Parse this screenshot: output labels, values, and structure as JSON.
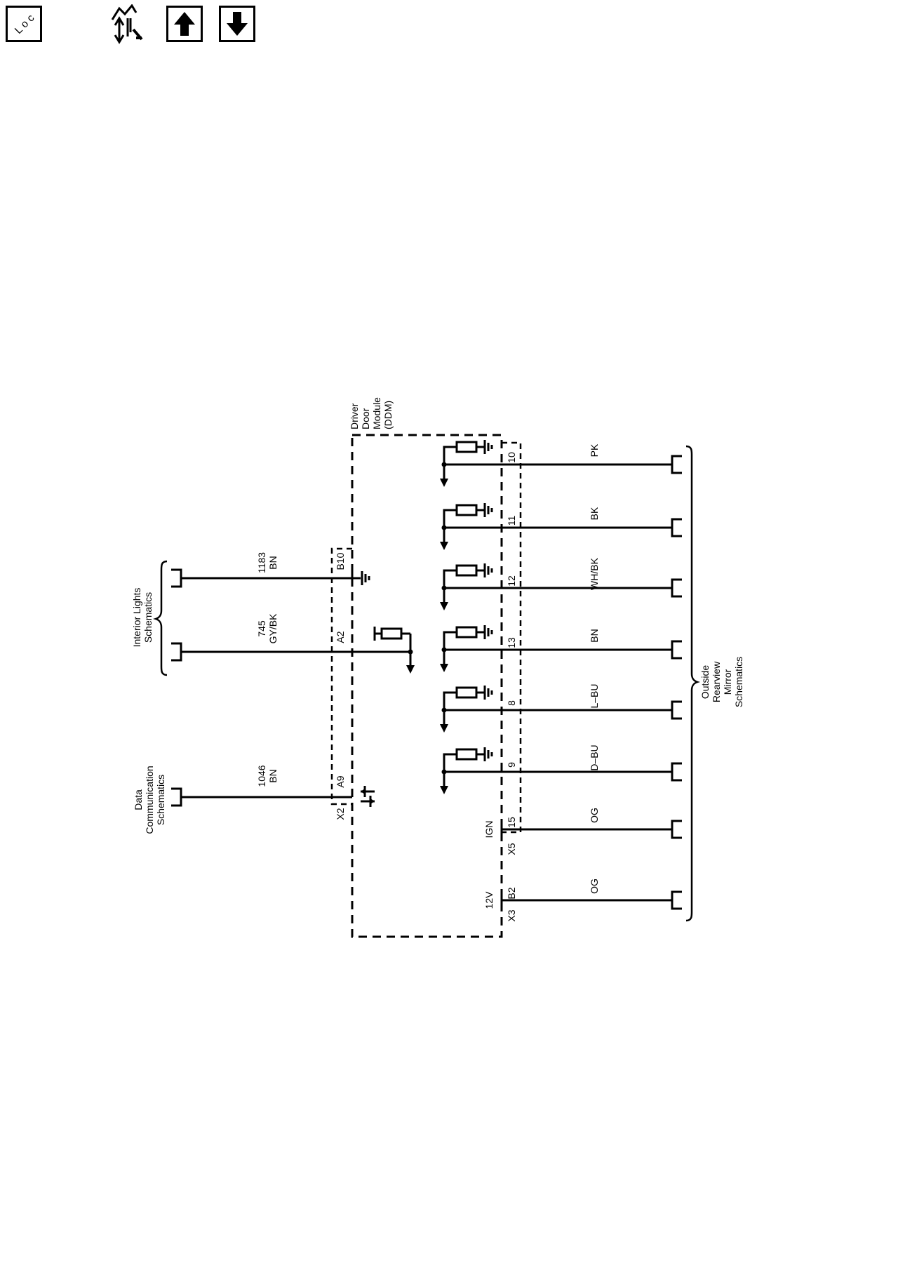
{
  "toolbar": {
    "buttons": [
      {
        "name": "location-button",
        "icon": "location-icon",
        "label": "L o c"
      },
      {
        "name": "component-view-button",
        "icon": "component-icon",
        "label": ""
      },
      {
        "name": "page-up-button",
        "icon": "arrow-up-icon",
        "label": ""
      },
      {
        "name": "page-down-button",
        "icon": "arrow-down-icon",
        "label": ""
      }
    ]
  },
  "diagram": {
    "module": {
      "lines": [
        "Driver",
        "Door",
        "Module",
        "(DDM)"
      ]
    },
    "left_refs": {
      "data_comm": {
        "lines": [
          "Data",
          "Communication",
          "Schematics"
        ]
      },
      "interior": {
        "lines": [
          "Interior Lights",
          "Schematics"
        ]
      }
    },
    "right_ref": {
      "lines": [
        "Outside",
        "Rearview",
        "Mirror",
        "Schematics"
      ]
    },
    "left_circuits": [
      {
        "circuit": "1046",
        "color": "BN",
        "pin": "A9"
      },
      {
        "circuit": "745",
        "color": "GY/BK",
        "pin": "A2"
      },
      {
        "circuit": "1183",
        "color": "BN",
        "pin": "B10"
      }
    ],
    "left_connector": "X2",
    "right_circuits": [
      {
        "pin": "10",
        "color": "PK"
      },
      {
        "pin": "11",
        "color": "BK"
      },
      {
        "pin": "12",
        "color": "WH/BK"
      },
      {
        "pin": "13",
        "color": "BN"
      },
      {
        "pin": "8",
        "color": "L–BU"
      },
      {
        "pin": "9",
        "color": "D–BU"
      },
      {
        "pin": "15",
        "color": "OG"
      },
      {
        "pin": "B2",
        "color": "OG"
      }
    ],
    "x5_connector": "X5",
    "x3_connector": "X3",
    "ign_label": "IGN",
    "v12_label": "12V"
  }
}
